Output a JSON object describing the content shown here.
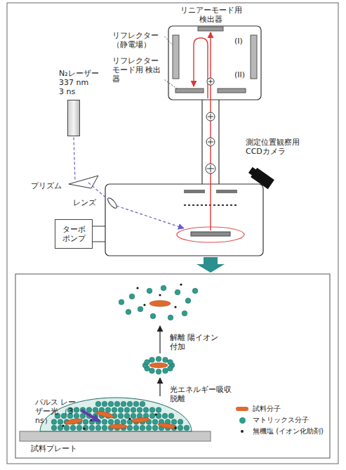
{
  "diagram": {
    "nodes": [
      {
        "text": [
          "N₂レーザー",
          "337 nm",
          "3 ns"
        ]
      },
      {
        "text": [
          "ターボ ポンプ"
        ]
      }
    ],
    "labels": [
      "リニアーモード用 検出器",
      "リフレクター（静電場）",
      "(I)",
      "リフレクター モード用 検出器",
      "(II)",
      "プリズム",
      "レンズ",
      "測定位置観察用 CCDカメラ",
      "解離 陽イオン付加",
      "光エネルギー吸収 脱離",
      "パルス レーザー光 （3 ns）",
      "試料プレート"
    ],
    "legend": [
      {
        "text": "試料分子",
        "color": "#e06a2c"
      },
      {
        "text": "マトリックス分子",
        "color": "#2f9c8e"
      },
      {
        "text": "無機塩 (イオン化助剤)",
        "color": "#222222"
      }
    ]
  }
}
